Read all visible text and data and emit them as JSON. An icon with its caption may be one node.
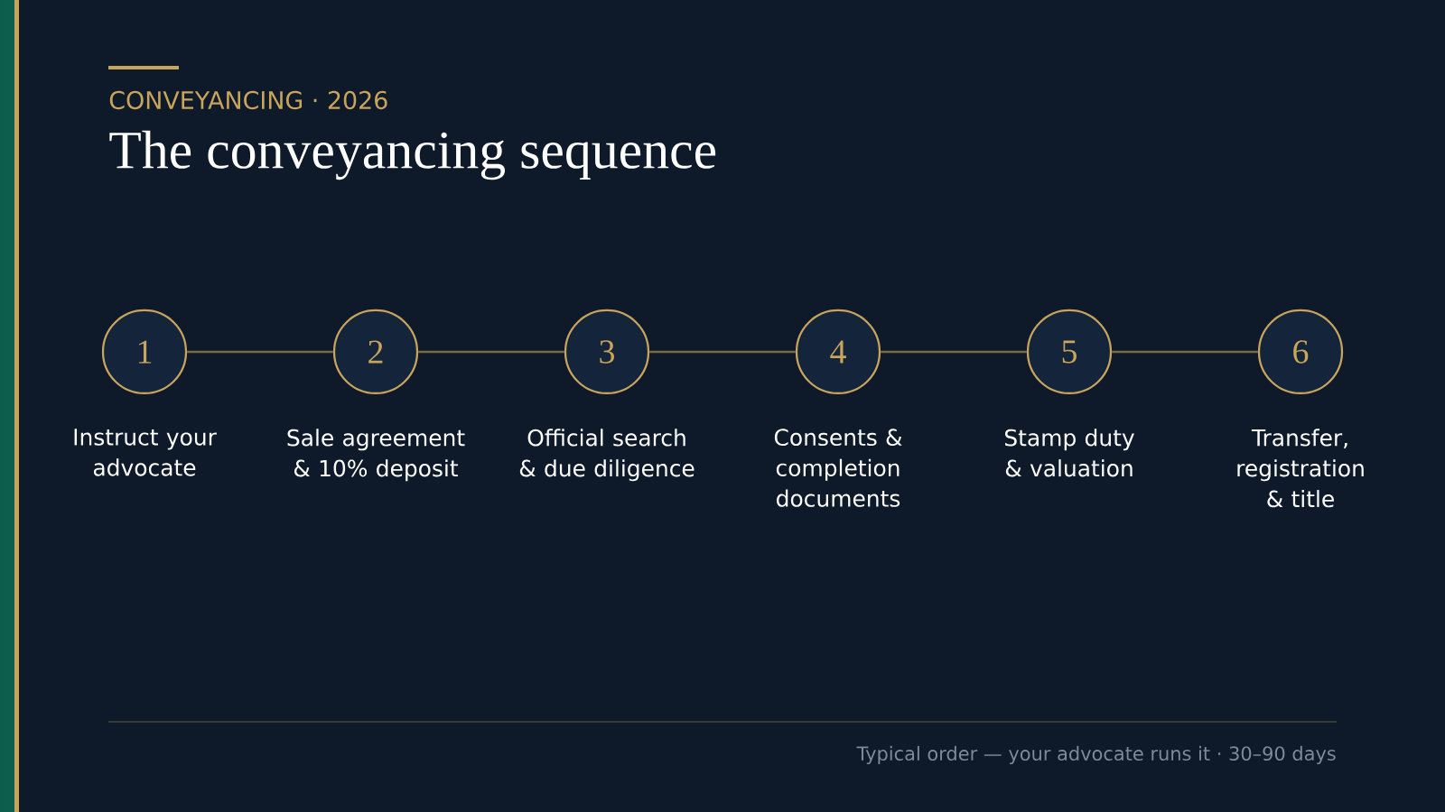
{
  "diagram": {
    "title": "The conveyancing sequence",
    "nodes": [
      {
        "text": [
          "1"
        ],
        "beside": [
          "Instruct your advocate"
        ]
      },
      {
        "text": [
          "2"
        ],
        "beside": [
          "Sale agreement & 10% deposit"
        ]
      },
      {
        "text": [
          "3"
        ],
        "beside": [
          "Official search & due diligence"
        ]
      },
      {
        "text": [
          "4"
        ],
        "beside": [
          "Consents & completion documents"
        ]
      },
      {
        "text": [
          "5"
        ],
        "beside": [
          "Stamp duty & valuation"
        ]
      },
      {
        "text": [
          "6"
        ],
        "beside": [
          "Transfer, registration & title"
        ]
      }
    ],
    "edges": [
      {
        "from": 0,
        "to": 1,
        "arrow": "none"
      },
      {
        "from": 1,
        "to": 2,
        "arrow": "none"
      },
      {
        "from": 2,
        "to": 3,
        "arrow": "none"
      },
      {
        "from": 3,
        "to": 4,
        "arrow": "none"
      },
      {
        "from": 4,
        "to": 5,
        "arrow": "none"
      }
    ],
    "labels": [
      "CONVEYANCING · 2026",
      "Typical order — your advocate runs it · 30–90 days"
    ]
  }
}
